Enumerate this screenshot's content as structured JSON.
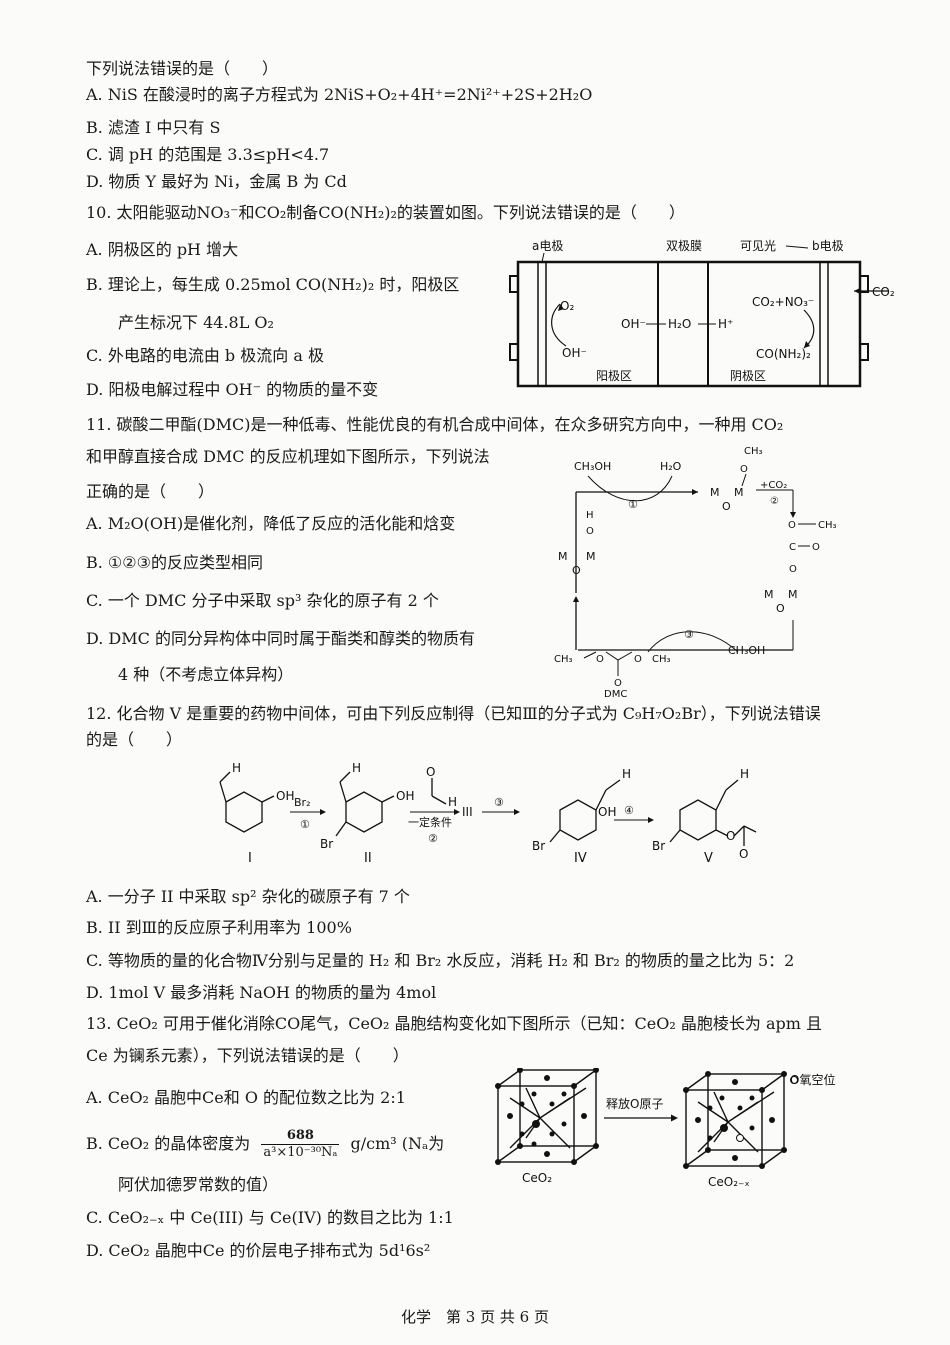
{
  "q9": {
    "stem": "下列说法错误的是（　　）",
    "options": [
      "A. NiS 在酸浸时的离子方程式为 2NiS+O₂+4H⁺=2Ni²⁺+2S+2H₂O",
      "B. 滤渣 I 中只有 S",
      "C. 调 pH 的范围是 3.3≤pH<4.7",
      "D. 物质 Y 最好为 Ni，金属 B 为 Cd"
    ]
  },
  "q10": {
    "stem": "10. 太阳能驱动NO₃⁻和CO₂制备CO(NH₂)₂的装置如图。下列说法错误的是（　　）",
    "options": [
      "A. 阴极区的 pH 增大",
      "B. 理论上，每生成 0.25mol CO(NH₂)₂ 时，阳极区",
      "产生标况下 44.8L O₂",
      "C. 外电路的电流由 b 极流向 a 极",
      "D. 阳极电解过程中 OH⁻ 的物质的量不变"
    ],
    "figure": {
      "a_electrode": "a电极",
      "bipolar": "双极膜",
      "light": "可见光",
      "b_electrode": "b电极",
      "co2": "CO₂",
      "o2": "O₂",
      "oh_minus": "OH⁻",
      "oh_arrow": "OH⁻",
      "h2o": "H₂O",
      "h_plus": "H⁺",
      "reactants": "CO₂+NO₃⁻",
      "product": "CO(NH₂)₂",
      "anode_zone": "阳极区",
      "cathode_zone": "阴极区"
    }
  },
  "q11": {
    "stem_1": "11. 碳酸二甲酯(DMC)是一种低毒、性能优良的有机合成中间体，在众多研究方向中，一种用 CO₂",
    "stem_2": "和甲醇直接合成 DMC 的反应机理如下图所示，下列说法",
    "stem_3": "正确的是（　　）",
    "options": [
      "A. M₂O(OH)是催化剂，降低了反应的活化能和焓变",
      "B. ①②③的反应类型相同",
      "C. 一个 DMC 分子中采取 sp³ 杂化的原子有 2 个",
      "D. DMC 的同分异构体中同时属于酯类和醇类的物质有",
      "4 种（不考虑立体异构）"
    ],
    "figure": {
      "ch3oh": "CH₃OH",
      "h2o": "H₂O",
      "plus_co2": "+CO₂",
      "step1": "①",
      "step2": "②",
      "step3": "③",
      "ch3": "CH₃",
      "dmc": "DMC"
    }
  },
  "q12": {
    "stem_1": "12. 化合物 V 是重要的药物中间体，可由下列反应制得（已知Ⅲ的分子式为 C₉H₇O₂Br），下列说法错误",
    "stem_2": "的是（　　）",
    "options": [
      "A. 一分子 II 中采取 sp² 杂化的碳原子有 7 个",
      "B. II 到Ⅲ的反应原子利用率为 100%",
      "C. 等物质的量的化合物Ⅳ分别与足量的 H₂ 和 Br₂ 水反应，消耗 H₂ 和 Br₂ 的物质的量之比为 5：2",
      "D. 1mol V 最多消耗 NaOH 的物质的量为 4mol"
    ],
    "figure": {
      "labels": [
        "I",
        "II",
        "IV",
        "V"
      ],
      "br2": "Br₂",
      "step1": "①",
      "step2": "②",
      "step3": "③",
      "step4": "④",
      "condition": "一定条件",
      "intermediate": "III"
    }
  },
  "q13": {
    "stem_1": "13. CeO₂ 可用于催化消除CO尾气，CeO₂ 晶胞结构变化如下图所示（已知：CeO₂ 晶胞棱长为 apm 且",
    "stem_2": "Ce 为镧系元素），下列说法错误的是（　　）",
    "options": [
      "A. CeO₂ 晶胞中Ce和 O 的配位数之比为 2:1",
      "B. CeO₂ 的晶体密度为",
      "阿伏加德罗常数的值）",
      "C. CeO₂₋ₓ 中 Ce(III) 与 Ce(IV) 的数目之比为 1:1",
      "D. CeO₂ 晶胞中Ce 的价层电子排布式为 5d¹6s²"
    ],
    "density_numerator": "688",
    "density_denominator": "a³×10⁻³⁰Nₐ",
    "density_unit": "g/cm³ (Nₐ为",
    "figure": {
      "release": "释放O原子",
      "vacancy": "O氧空位",
      "left_label": "CeO₂",
      "right_label": "CeO₂₋ₓ"
    }
  },
  "footer": "化学　第 3 页 共 6 页"
}
